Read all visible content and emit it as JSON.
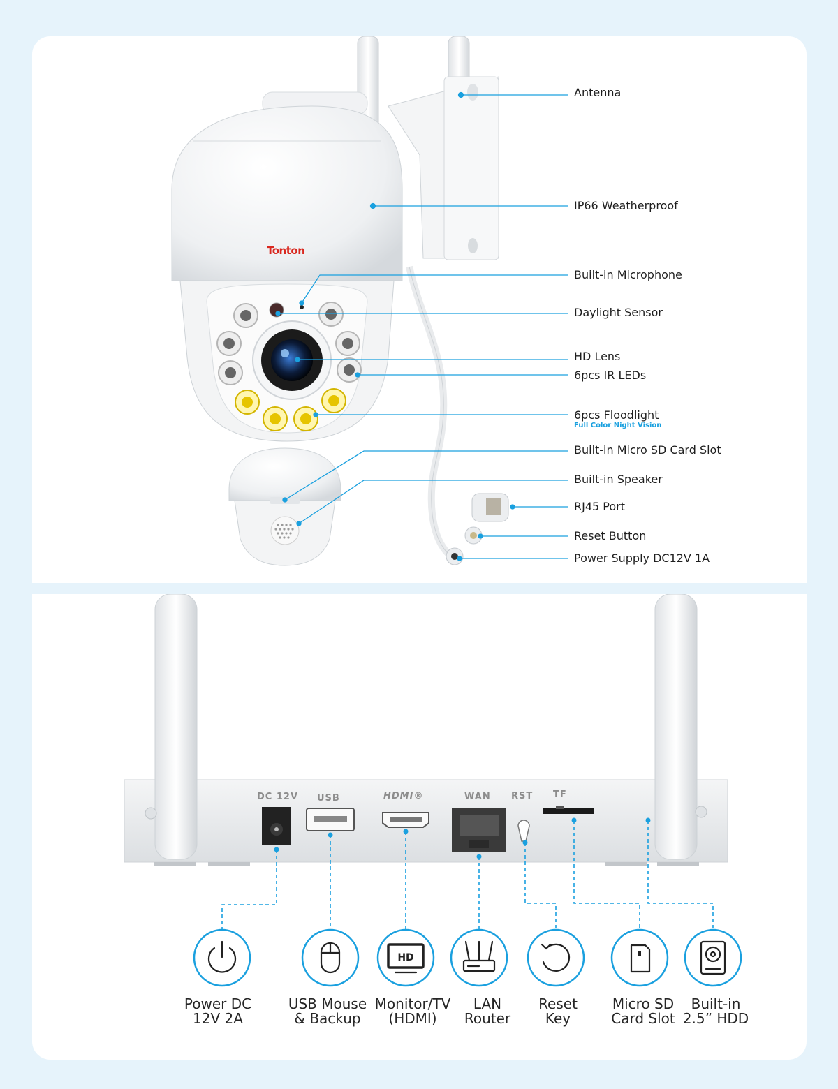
{
  "brand_logo": "Tonton",
  "camera_callouts": [
    {
      "id": "antenna",
      "label": "Antenna"
    },
    {
      "id": "weatherproof",
      "label": "IP66 Weatherproof"
    },
    {
      "id": "microphone",
      "label": "Built-in Microphone"
    },
    {
      "id": "daylight",
      "label": "Daylight Sensor"
    },
    {
      "id": "lens",
      "label": "HD Lens"
    },
    {
      "id": "ir",
      "label": "6pcs IR LEDs"
    },
    {
      "id": "flood",
      "label": "6pcs Floodlight",
      "sub": "Full Color Night Vision"
    },
    {
      "id": "sd",
      "label": "Built-in Micro SD Card Slot"
    },
    {
      "id": "speaker",
      "label": "Built-in Speaker"
    },
    {
      "id": "rj45",
      "label": "RJ45 Port"
    },
    {
      "id": "reset",
      "label": "Reset Button"
    },
    {
      "id": "power",
      "label": "Power Supply DC12V 1A"
    }
  ],
  "nvr_ports": {
    "dc": "DC 12V",
    "usb": "USB",
    "hdmi": "HDMI®",
    "wan": "WAN",
    "rst": "RST",
    "tf": "TF"
  },
  "features": [
    {
      "id": "power",
      "icon": "power-icon",
      "line1": "Power DC",
      "line2": "12V 2A"
    },
    {
      "id": "usb",
      "icon": "mouse-icon",
      "line1": "USB Mouse",
      "line2": "& Backup"
    },
    {
      "id": "hdmi",
      "icon": "monitor-hd-icon",
      "icon_text": "HD",
      "line1": "Monitor/TV",
      "line2": "(HDMI)"
    },
    {
      "id": "lan",
      "icon": "router-icon",
      "line1": "LAN",
      "line2": "Router"
    },
    {
      "id": "reset",
      "icon": "reset-icon",
      "line1": "Reset",
      "line2": "Key"
    },
    {
      "id": "sd",
      "icon": "sd-card-icon",
      "line1": "Micro SD",
      "line2": "Card Slot"
    },
    {
      "id": "hdd",
      "icon": "hdd-icon",
      "line1": "Built-in",
      "line2": "2.5” HDD"
    }
  ],
  "colors": {
    "accent": "#1aa0df",
    "page_background": "#e6f3fb",
    "logo": "#d9281f",
    "floodlight": "#f2d21b"
  }
}
